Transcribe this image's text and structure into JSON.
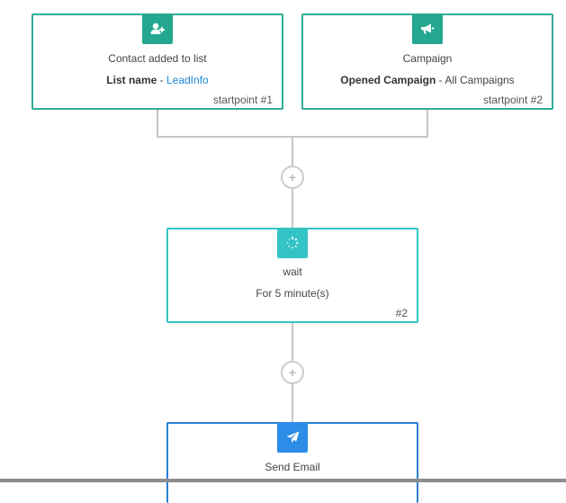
{
  "nodes": {
    "start1": {
      "title": "Contact added to list",
      "sub_bold": "List name",
      "sub_sep": " - ",
      "sub_link": "LeadInfo",
      "corner": "startpoint #1",
      "icon": "user-plus-icon",
      "color": "#23a88f"
    },
    "start2": {
      "title": "Campaign",
      "sub_bold": "Opened Campaign",
      "sub_rest": " - All Campaigns",
      "corner": "startpoint #2",
      "icon": "megaphone-icon",
      "color": "#23a88f"
    },
    "wait": {
      "title": "wait",
      "sub": "For 5 minute(s)",
      "corner": "#2",
      "icon": "spinner-icon",
      "color": "#34c4c6"
    },
    "email": {
      "title": "Send Email",
      "icon": "paper-plane-icon",
      "color": "#2b8de8"
    }
  },
  "connectors": {
    "add_symbol": "+"
  }
}
